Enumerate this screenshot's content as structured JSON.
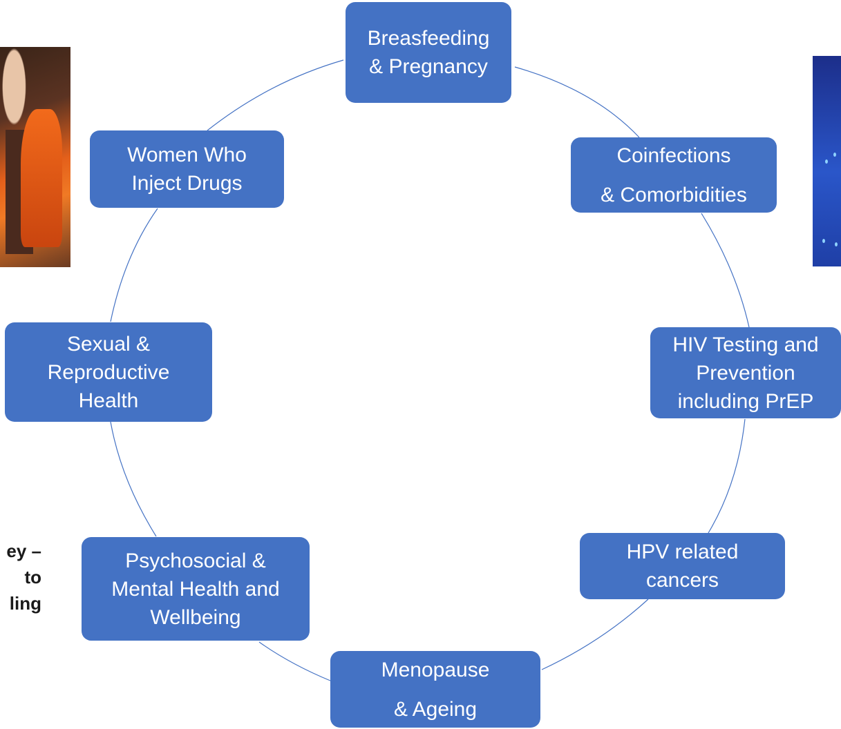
{
  "diagram": {
    "nodes": [
      {
        "id": "breast",
        "lines": [
          "Breasfeeding",
          "& Pregnancy"
        ]
      },
      {
        "id": "coinf",
        "lines": [
          "Coinfections",
          "& Comorbidities"
        ]
      },
      {
        "id": "hiv",
        "lines": [
          "HIV Testing and",
          "Prevention",
          "including PrEP"
        ]
      },
      {
        "id": "hpv",
        "lines": [
          "HPV related",
          "cancers"
        ]
      },
      {
        "id": "meno",
        "lines": [
          "Menopause",
          "& Ageing"
        ]
      },
      {
        "id": "psych",
        "lines": [
          "Psychosocial  &",
          "Mental Health and",
          "Wellbeing"
        ]
      },
      {
        "id": "sexual",
        "lines": [
          "Sexual &",
          "Reproductive",
          "Health"
        ]
      },
      {
        "id": "women",
        "lines": [
          "Women Who",
          "Inject Drugs"
        ]
      }
    ],
    "colors": {
      "node_fill": "#4472C4",
      "node_text": "#ffffff",
      "connector": "#4472C4"
    }
  },
  "side_caption": {
    "lines": [
      "ey –",
      "to",
      "ling"
    ]
  }
}
